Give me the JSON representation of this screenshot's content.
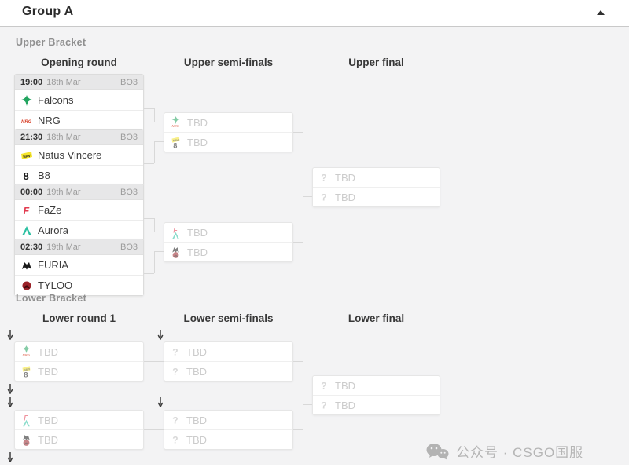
{
  "window": {
    "title": "Group A"
  },
  "labels": {
    "tbd": "TBD"
  },
  "upper_bracket": {
    "section_label": "Upper Bracket",
    "columns": [
      "Opening round",
      "Upper semi-finals",
      "Upper final"
    ],
    "matches": [
      {
        "time": "19:00",
        "date": "18th Mar",
        "format": "BO3",
        "teams": [
          {
            "name": "Falcons",
            "icon": "falcons-logo",
            "color": "#22a45f"
          },
          {
            "name": "NRG",
            "icon": "nrg-logo",
            "color": "#d8432c"
          }
        ]
      },
      {
        "time": "21:30",
        "date": "18th Mar",
        "format": "BO3",
        "teams": [
          {
            "name": "Natus Vincere",
            "icon": "navi-logo",
            "color": "#f5e52a"
          },
          {
            "name": "B8",
            "icon": "b8-logo",
            "color": "#151515"
          }
        ]
      },
      {
        "time": "00:00",
        "date": "19th Mar",
        "format": "BO3",
        "teams": [
          {
            "name": "FaZe",
            "icon": "faze-logo",
            "color": "#e23c50"
          },
          {
            "name": "Aurora",
            "icon": "aurora-logo",
            "color": "#2cc0a2"
          }
        ]
      },
      {
        "time": "02:30",
        "date": "19th Mar",
        "format": "BO3",
        "teams": [
          {
            "name": "FURIA",
            "icon": "furia-logo",
            "color": "#191919"
          },
          {
            "name": "TYLOO",
            "icon": "tyloo-logo",
            "color": "#9a2128"
          }
        ]
      }
    ],
    "semi_finals": [
      {
        "slots": [
          {
            "label": "TBD",
            "possible_teams": [
              "Falcons",
              "NRG"
            ]
          },
          {
            "label": "TBD",
            "possible_teams": [
              "Natus Vincere",
              "B8"
            ]
          }
        ]
      },
      {
        "slots": [
          {
            "label": "TBD",
            "possible_teams": [
              "FaZe",
              "Aurora"
            ]
          },
          {
            "label": "TBD",
            "possible_teams": [
              "FURIA",
              "TYLOO"
            ]
          }
        ]
      }
    ],
    "final": {
      "slots": [
        {
          "label": "TBD"
        },
        {
          "label": "TBD"
        }
      ]
    }
  },
  "lower_bracket": {
    "section_label": "Lower Bracket",
    "columns": [
      "Lower round 1",
      "Lower semi-finals",
      "Lower final"
    ],
    "round1": [
      {
        "slots": [
          {
            "label": "TBD",
            "possible_teams": [
              "Falcons",
              "NRG"
            ]
          },
          {
            "label": "TBD",
            "possible_teams": [
              "Natus Vincere",
              "B8"
            ]
          }
        ]
      },
      {
        "slots": [
          {
            "label": "TBD",
            "possible_teams": [
              "FaZe",
              "Aurora"
            ]
          },
          {
            "label": "TBD",
            "possible_teams": [
              "FURIA",
              "TYLOO"
            ]
          }
        ]
      }
    ],
    "semi_finals": [
      {
        "slots": [
          {
            "label": "TBD"
          },
          {
            "label": "TBD"
          }
        ]
      },
      {
        "slots": [
          {
            "label": "TBD"
          },
          {
            "label": "TBD"
          }
        ]
      }
    ],
    "final": {
      "slots": [
        {
          "label": "TBD"
        },
        {
          "label": "TBD"
        }
      ]
    }
  },
  "watermark": {
    "text": "公众号 · CSGO国服"
  }
}
